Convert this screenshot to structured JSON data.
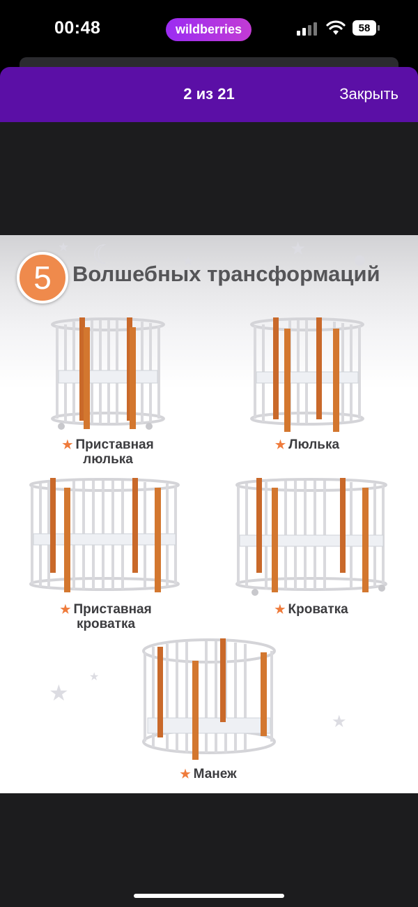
{
  "status_bar": {
    "time": "00:48",
    "app_badge": "wildberries",
    "battery": "58"
  },
  "header": {
    "counter": "2 из 21",
    "close_label": "Закрыть",
    "color": "#5b0fa6"
  },
  "image": {
    "badge_number": "5",
    "headline": "Волшебных трансформаций",
    "accent_color": "#ef8a4c",
    "modes": [
      {
        "line1": "Приставная",
        "line2": "люлька"
      },
      {
        "line1": "Люлька",
        "line2": ""
      },
      {
        "line1": "Приставная",
        "line2": "кроватка"
      },
      {
        "line1": "Кроватка",
        "line2": ""
      },
      {
        "line1": "Манеж",
        "line2": ""
      }
    ]
  }
}
